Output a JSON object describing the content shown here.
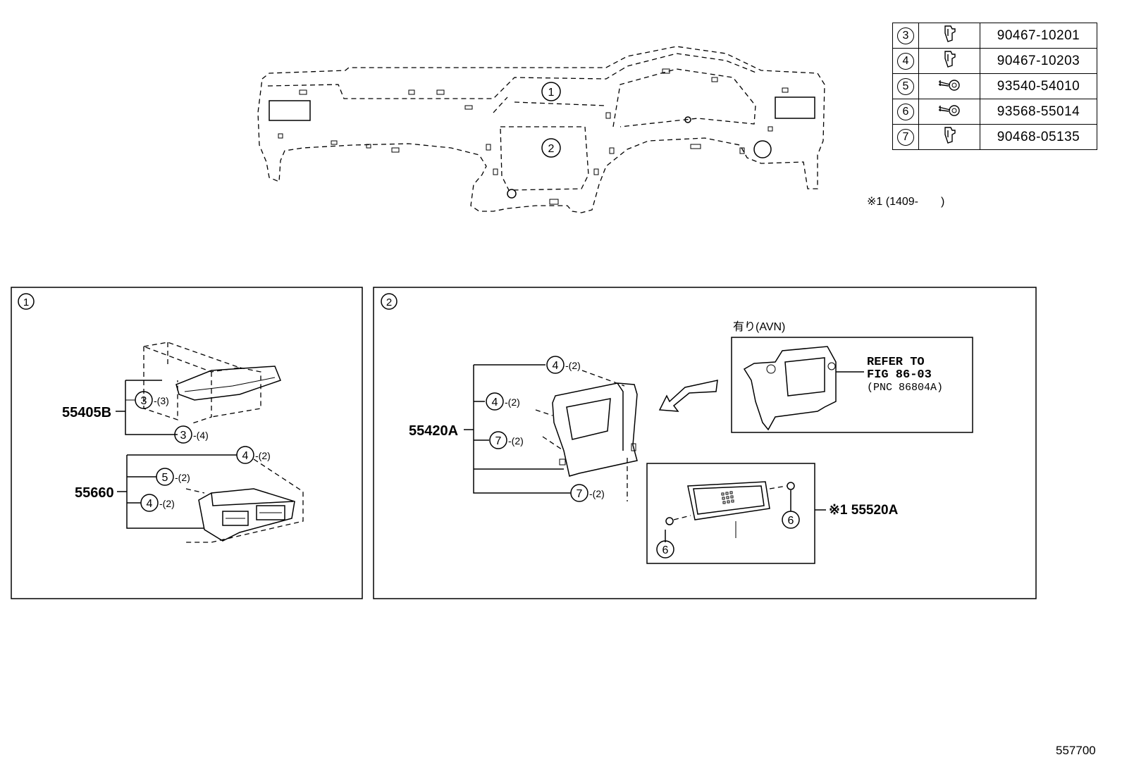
{
  "hardware_table": [
    {
      "ref": "3",
      "icon": "clip-icon",
      "part_no": "90467-10201"
    },
    {
      "ref": "4",
      "icon": "clip-icon",
      "part_no": "90467-10203"
    },
    {
      "ref": "5",
      "icon": "screw-icon",
      "part_no": "93540-54010"
    },
    {
      "ref": "6",
      "icon": "screw-icon",
      "part_no": "93568-55014"
    },
    {
      "ref": "7",
      "icon": "clip-icon",
      "part_no": "90468-05135"
    }
  ],
  "date_note": "※1 (1409-　　)",
  "overview": {
    "callout_1": "1",
    "callout_2": "2"
  },
  "panel1": {
    "label": "1",
    "part_55405B": "55405B",
    "part_55660": "55660",
    "callouts": [
      {
        "ref": "3",
        "qty": "-(3)"
      },
      {
        "ref": "3",
        "qty": "-(4)"
      },
      {
        "ref": "4",
        "qty": "-(2)"
      },
      {
        "ref": "5",
        "qty": "-(2)"
      },
      {
        "ref": "4",
        "qty": "-(2)"
      }
    ]
  },
  "panel2": {
    "label": "2",
    "part_55420A": "55420A",
    "callouts": [
      {
        "ref": "4",
        "qty": "-(2)"
      },
      {
        "ref": "4",
        "qty": "-(2)"
      },
      {
        "ref": "7",
        "qty": "-(2)"
      },
      {
        "ref": "7",
        "qty": "-(2)"
      }
    ],
    "avn_label": "有り(AVN)",
    "refer_line1": "REFER TO",
    "refer_line2": "FIG 86-03",
    "refer_line3": "(PNC 86804A)",
    "part_55520A": "※1 55520A",
    "screw_ref_a": "6",
    "screw_ref_b": "6"
  },
  "figure_no": "557700"
}
